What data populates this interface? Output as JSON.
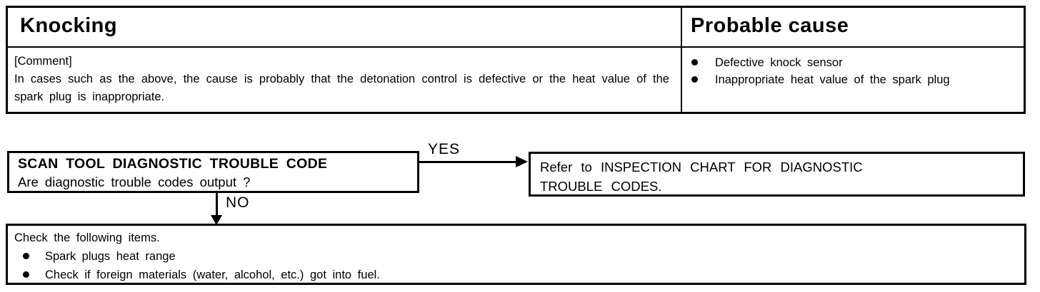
{
  "colors": {
    "ink": "#000000",
    "paper": "#ffffff"
  },
  "symptom_table": {
    "title": "Knocking",
    "cause_header": "Probable cause",
    "comment_label": "[Comment]",
    "comment_text": "In cases such as the above, the cause is probably that the detonation control is defective or the heat value of the spark plug is inappropriate.",
    "probable_causes": [
      "Defective knock sensor",
      "Inappropriate heat value of the spark plug"
    ]
  },
  "flowchart": {
    "decision_box": {
      "title": "SCAN TOOL DIAGNOSTIC TROUBLE CODE",
      "question": "Are diagnostic trouble codes output ?"
    },
    "yes_label": "YES",
    "no_label": "NO",
    "yes_result_text": "Refer to INSPECTION CHART FOR DIAGNOSTIC TROUBLE CODES.",
    "no_result": {
      "intro": "Check the following items.",
      "items": [
        "Spark plugs heat range",
        "Check if foreign materials (water, alcohol, etc.) got into fuel."
      ]
    }
  }
}
